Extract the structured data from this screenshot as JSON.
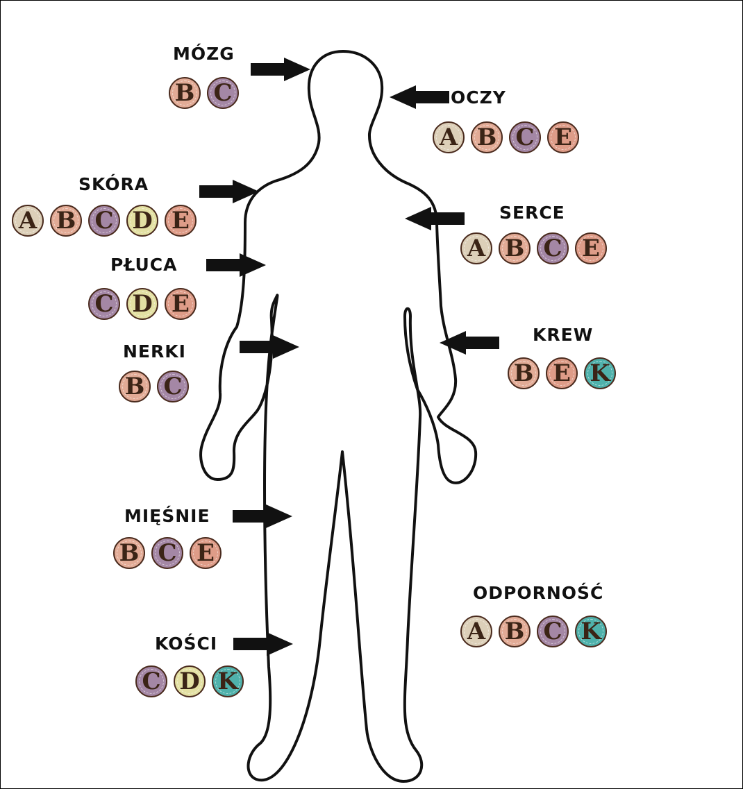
{
  "organs": [
    {
      "label": "MÓZG",
      "vitamins": [
        "B",
        "C"
      ]
    },
    {
      "label": "OCZY",
      "vitamins": [
        "A",
        "B",
        "C",
        "E"
      ]
    },
    {
      "label": "SKÓRA",
      "vitamins": [
        "A",
        "B",
        "C",
        "D",
        "E"
      ]
    },
    {
      "label": "SERCE",
      "vitamins": [
        "A",
        "B",
        "C",
        "E"
      ]
    },
    {
      "label": "PŁUCA",
      "vitamins": [
        "C",
        "D",
        "E"
      ]
    },
    {
      "label": "KREW",
      "vitamins": [
        "B",
        "E",
        "K"
      ]
    },
    {
      "label": "NERKI",
      "vitamins": [
        "B",
        "C"
      ]
    },
    {
      "label": "MIĘŚNIE",
      "vitamins": [
        "B",
        "C",
        "E"
      ]
    },
    {
      "label": "ODPORNOŚĆ",
      "vitamins": [
        "A",
        "B",
        "C",
        "K"
      ]
    },
    {
      "label": "KOŚCI",
      "vitamins": [
        "C",
        "D",
        "K"
      ]
    }
  ],
  "vitamin_colors": {
    "A": "#dccfb8",
    "B": "#e2ab96",
    "C": "#a487a5",
    "D": "#e3e0a3",
    "E": "#de9c88",
    "K": "#4fb1ab"
  }
}
